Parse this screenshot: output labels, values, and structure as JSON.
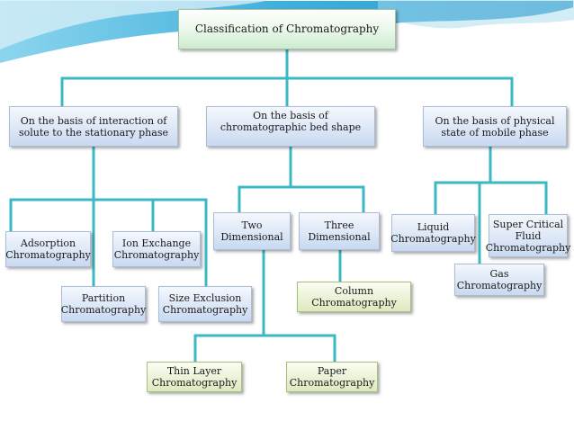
{
  "diagram": {
    "root": "Classification of Chromatography",
    "basis_interaction": "On the basis of interaction of solute to the stationary phase",
    "basis_bed_shape": "On the basis of chromatographic bed shape",
    "basis_physical_state": "On the basis of physical state of mobile phase",
    "adsorption": "Adsorption Chromatography",
    "ion_exchange": "Ion Exchange Chromatography",
    "partition": "Partition Chromatography",
    "size_exclusion": "Size Exclusion Chromatography",
    "two_dimensional": "Two Dimensional",
    "three_dimensional": "Three Dimensional",
    "column": "Column Chromatography",
    "thin_layer": "Thin Layer Chromatography",
    "paper": "Paper Chromatography",
    "liquid": "Liquid Chromatography",
    "gas": "Gas Chromatography",
    "supercritical": "Super Critical Fluid Chromatography"
  },
  "colors": {
    "connector": "#3bb8c4",
    "node_blue": "#c9d9f1",
    "node_green": "#dde9bf",
    "root_fill": "#e8f7e8",
    "header_wave": "#2aa6d6"
  }
}
